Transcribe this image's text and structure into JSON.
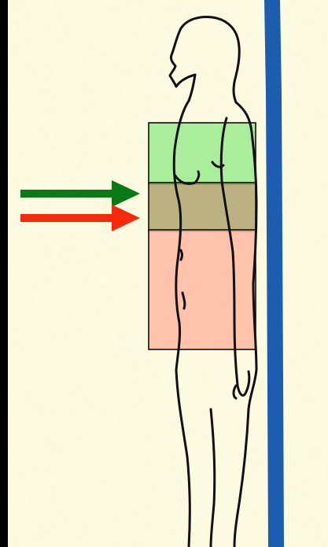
{
  "figure": {
    "subject": "standing-human-profile",
    "colors": {
      "paper": "#FCFAE0",
      "frame": "#000000",
      "wall_stripe": "#1C5DB0",
      "outline": "#111111",
      "upper_region_fill": "#9BEB8F",
      "overlap_region_fill": "#B0A570",
      "lower_region_fill": "#FFB7A1",
      "green_arrow": "#0A7A16",
      "red_arrow": "#F42A0C"
    }
  },
  "regions": [
    {
      "id": "upper-torso",
      "color": "#9BEB8F"
    },
    {
      "id": "overlap",
      "color": "#B0A570"
    },
    {
      "id": "lower-torso",
      "color": "#FFB7A1"
    }
  ],
  "arrows": [
    {
      "id": "green-arrow",
      "color": "#0A7A16",
      "points_to": "upper-edge-of-overlap"
    },
    {
      "id": "red-arrow",
      "color": "#F42A0C",
      "points_to": "lower-edge-of-overlap"
    }
  ]
}
